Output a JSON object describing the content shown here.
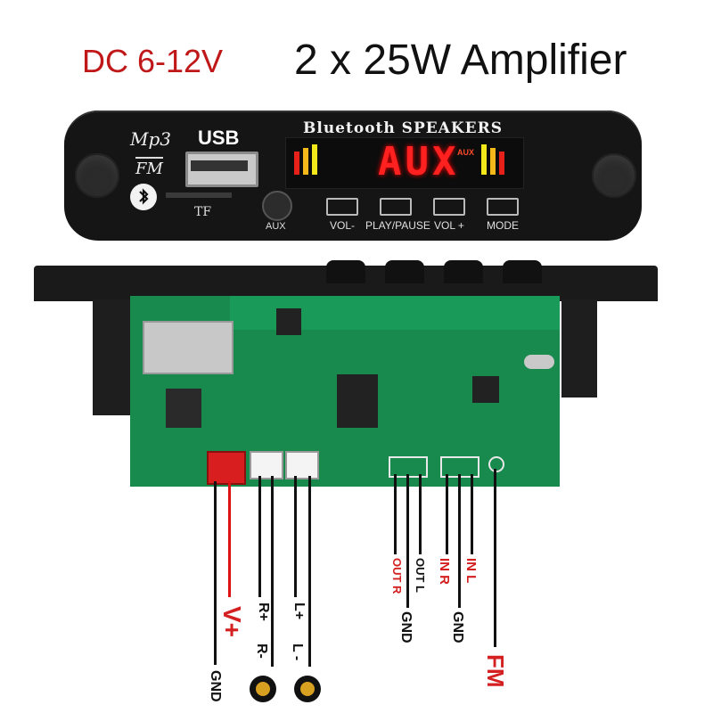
{
  "header": {
    "voltage": "DC 6-12V",
    "title": "2 x 25W Amplifier"
  },
  "panel": {
    "mp3": "Mp3",
    "fm": "FM",
    "usb": "USB",
    "tf": "TF",
    "aux": "AUX",
    "brand": "Bluetooth SPEAKERS",
    "display": "AUX",
    "display_mini": "AUX",
    "buttons": [
      "VOL-",
      "PLAY/PAUSE",
      "VOL +",
      "MODE"
    ]
  },
  "pins": {
    "gnd_left": "GND",
    "v_plus": "V+",
    "r_plus": "R+",
    "r_minus": "R-",
    "l_plus": "L+",
    "l_minus": "L -",
    "out_r": "OUT R",
    "out_l": "OUT L",
    "gnd_mid": "GND",
    "in_r": "IN R",
    "gnd_right": "GND",
    "in_l": "IN L",
    "fm": "FM"
  },
  "colors": {
    "accent_red": "#d42020",
    "display_red": "#ff2020",
    "board_green": "#188a4e"
  }
}
